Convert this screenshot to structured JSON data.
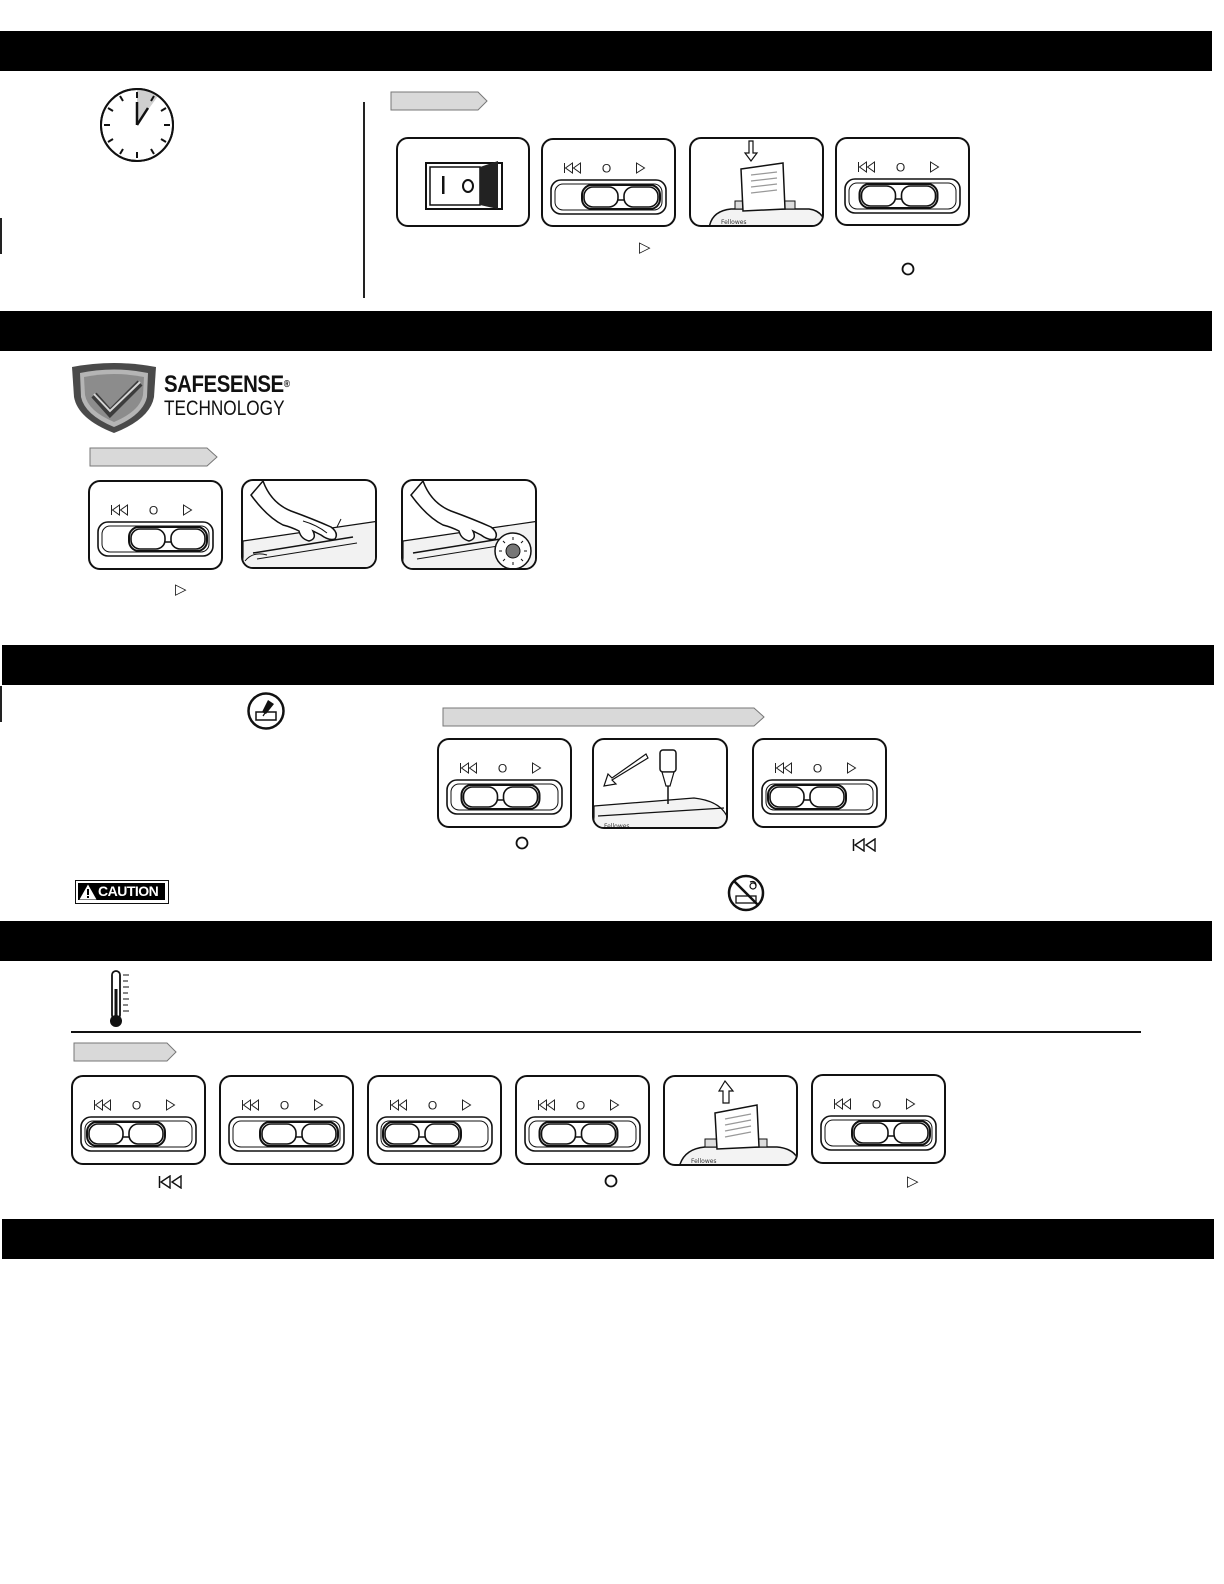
{
  "sections": [
    {
      "name": "section-1"
    },
    {
      "name": "section-2"
    },
    {
      "name": "section-3"
    },
    {
      "name": "section-4"
    },
    {
      "name": "section-5"
    }
  ],
  "safesense": {
    "title": "SAFESENSE",
    "registered": "®",
    "subtitle": "TECHNOLOGY"
  },
  "caution_label": "CAUTION",
  "switch_positions": {
    "reverse": "⏮",
    "off": "O",
    "auto": "▷"
  },
  "captions": {
    "auto": "▷",
    "off": "O",
    "reverse": "⏮"
  },
  "colors": {
    "bar": "#000000",
    "tab_fill": "#d9d9d9",
    "shield_dark": "#3a3a3a",
    "shield_light": "#9a9a9a"
  }
}
